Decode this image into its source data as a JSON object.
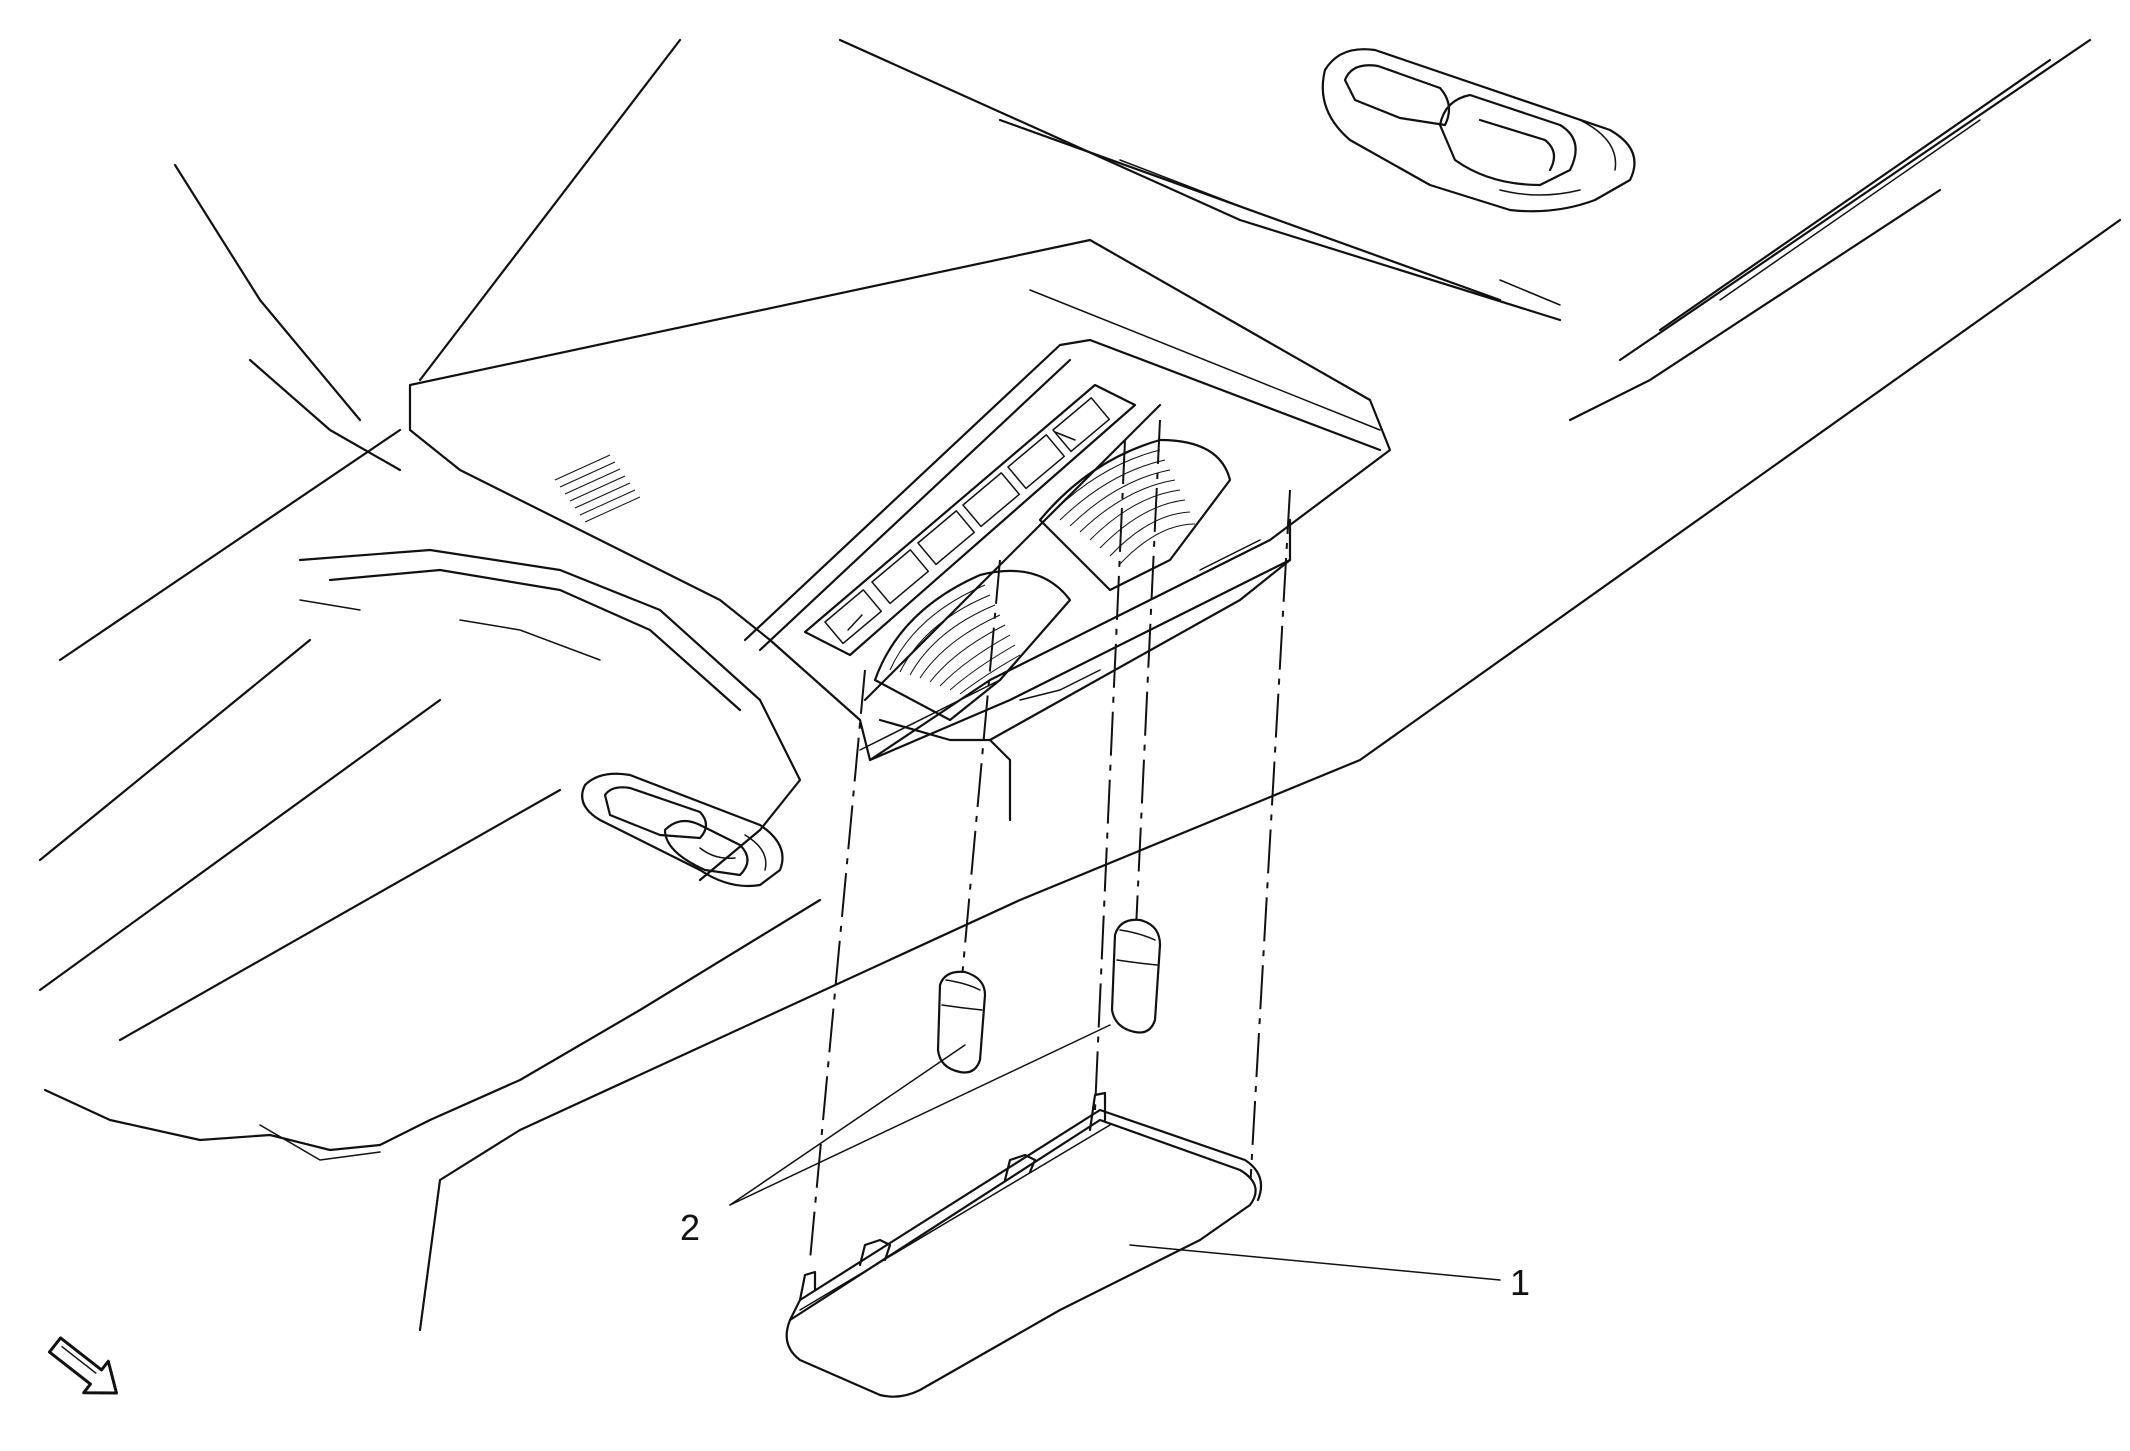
{
  "callouts": [
    {
      "id": "1",
      "label": "1"
    },
    {
      "id": "2",
      "label": "2"
    }
  ],
  "icons": {
    "view_direction": "view-direction-arrow-icon"
  }
}
